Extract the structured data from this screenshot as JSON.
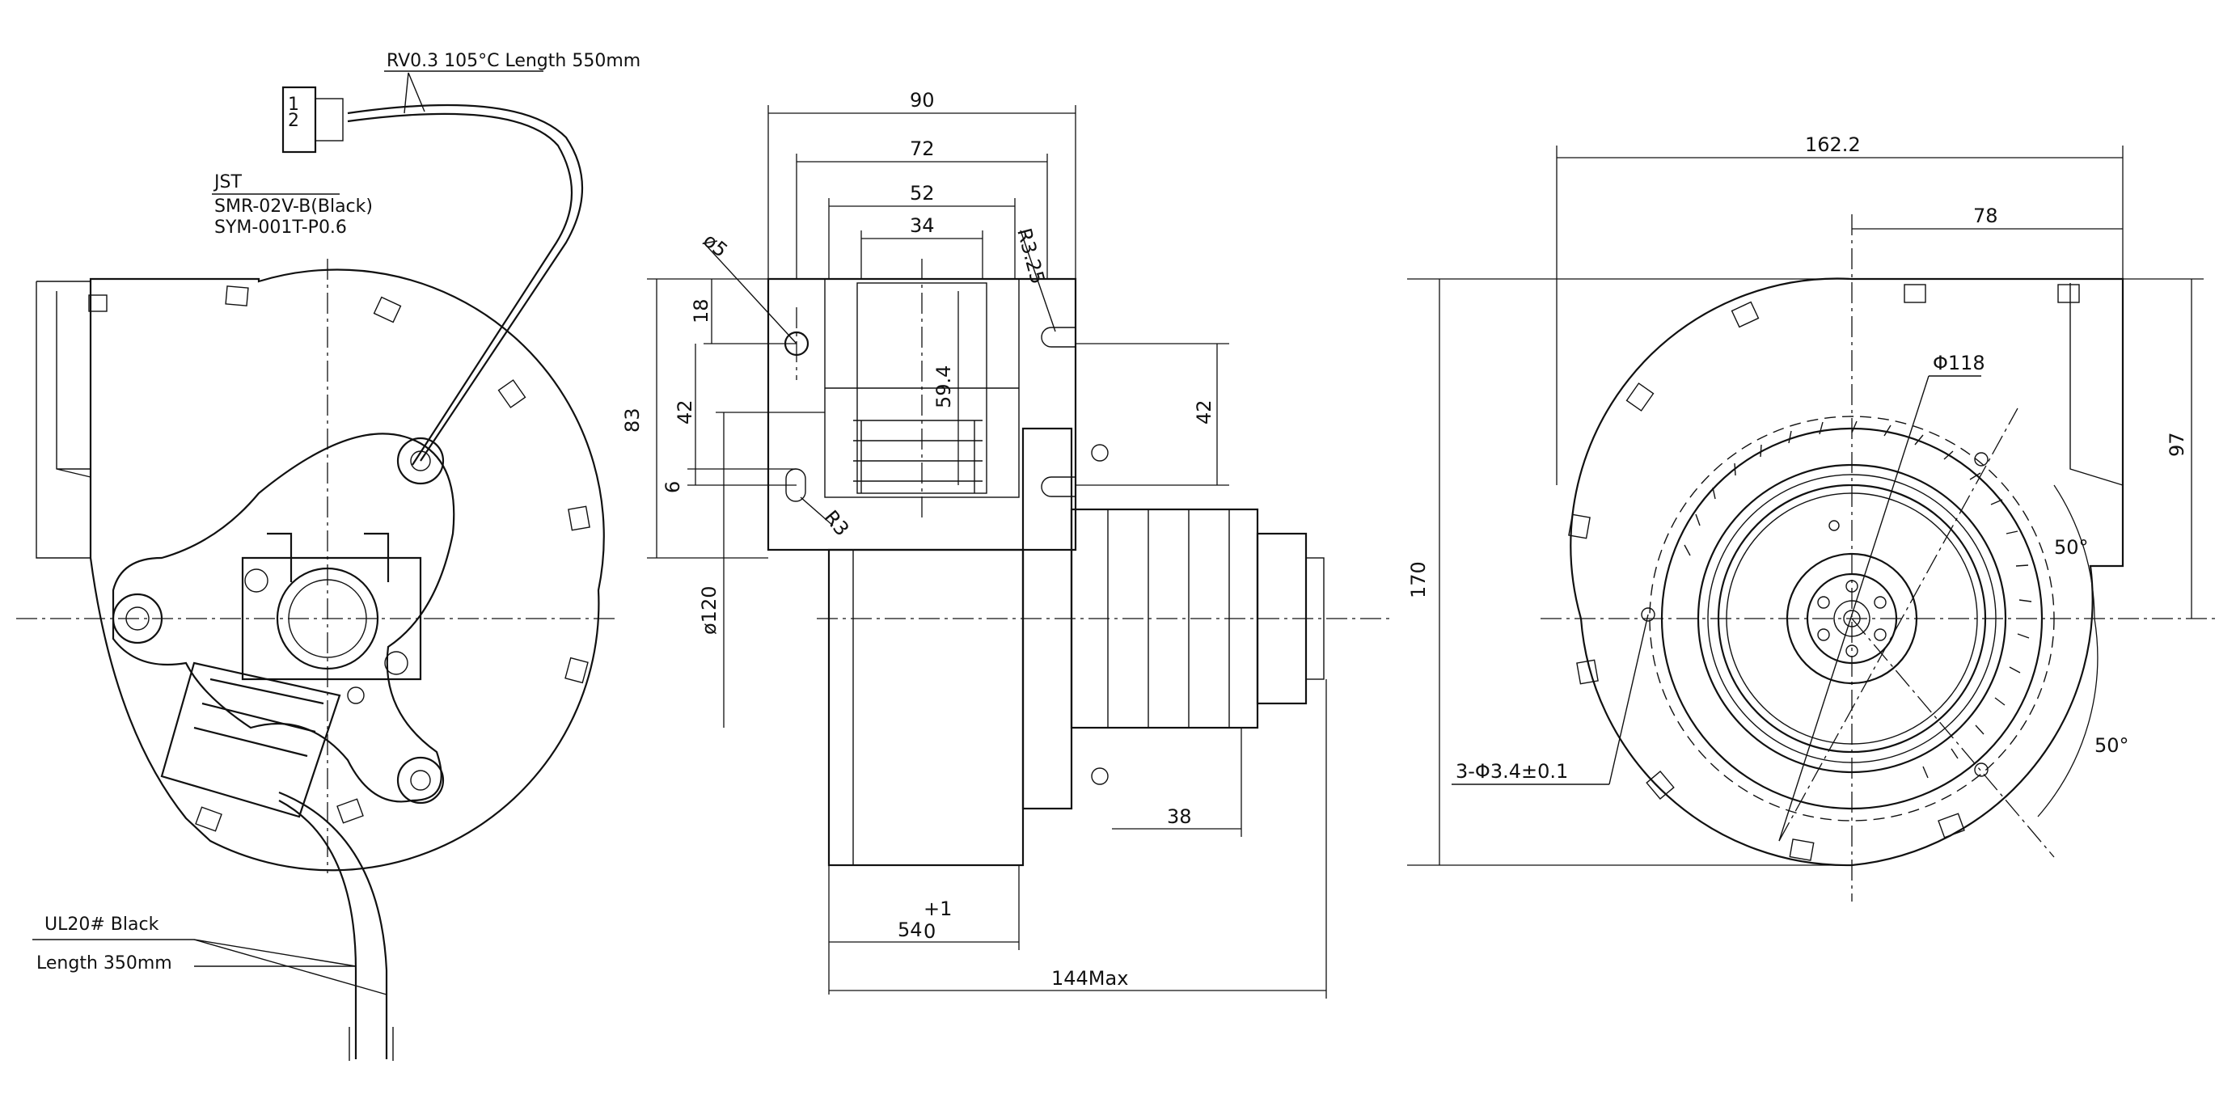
{
  "left_view": {
    "cable_spec": "RV0.3 105°C Length 550mm",
    "connector_brand": "JST",
    "connector_housing": "SMR-02V-B(Black)",
    "connector_terminal": "SYM-001T-P0.6",
    "connector_pins": [
      "1",
      "2"
    ],
    "lead_spec": "UL20# Black",
    "lead_length": "Length 350mm"
  },
  "middle_view": {
    "dim_90": "90",
    "dim_72": "72",
    "dim_52": "52",
    "dim_34": "34",
    "dim_phi5": "ø5",
    "dim_r325": "R3.25",
    "dim_18": "18",
    "dim_42_left": "42",
    "dim_83": "83",
    "dim_6": "6",
    "dim_594": "59.4",
    "dim_r3": "R3",
    "dim_42_right": "42",
    "dim_phi120": "ø120",
    "dim_38": "38",
    "dim_54_base": "54",
    "dim_54_sup": "+1",
    "dim_54_sub": "0",
    "dim_144": "144Max"
  },
  "right_view": {
    "dim_1622": "162.2",
    "dim_78": "78",
    "dim_phi118": "Φ118",
    "dim_97": "97",
    "dim_170": "170",
    "angle_top": "50°",
    "angle_bottom": "50°",
    "holes": "3-Φ3.4±0.1"
  }
}
